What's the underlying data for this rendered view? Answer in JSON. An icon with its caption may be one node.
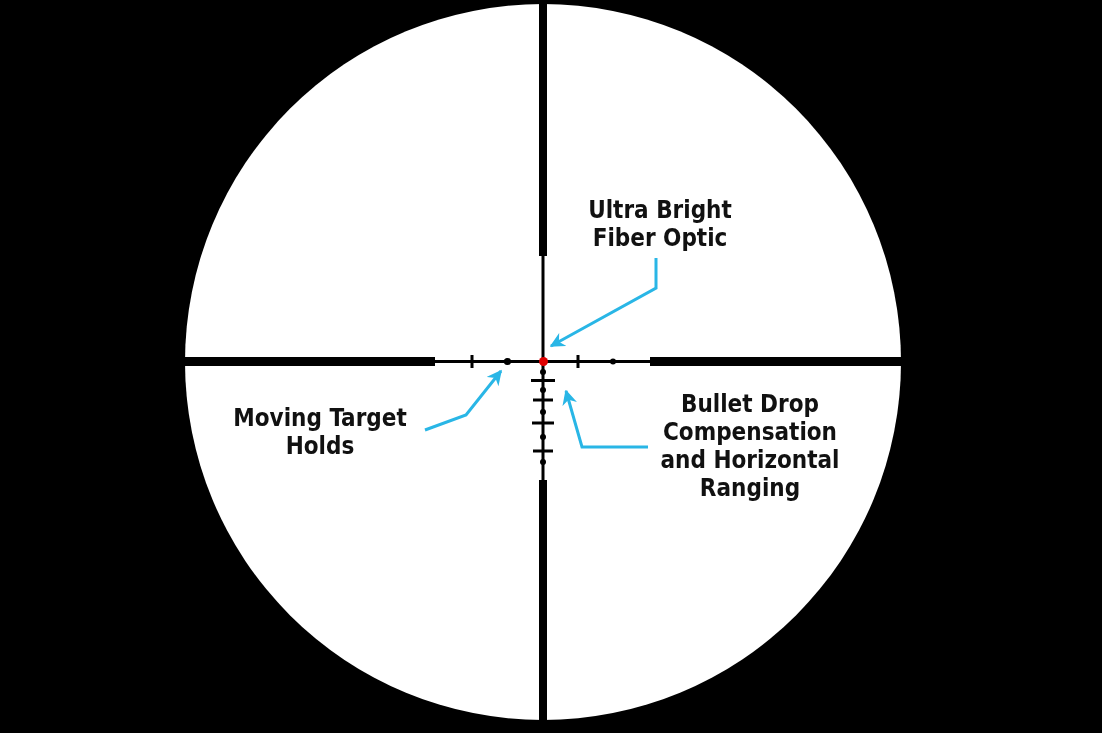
{
  "diagram": {
    "nodes": [
      {
        "text": [
          "Ultra Bright Fiber Optic"
        ]
      },
      {
        "text": [],
        "shape": "circle"
      },
      {
        "text": [
          "Moving Target Holds"
        ]
      },
      {
        "text": [],
        "shape": "circle"
      },
      {
        "text": [
          "Bullet Drop Compensation and Horizontal Ranging"
        ]
      },
      {
        "text": [],
        "shape": "bar"
      }
    ],
    "edges": [
      {
        "from": 0,
        "to": 3,
        "arrow": "to"
      },
      {
        "from": 2,
        "to": 1,
        "arrow": "to"
      },
      {
        "from": 4,
        "to": 5,
        "arrow": "to"
      }
    ]
  }
}
